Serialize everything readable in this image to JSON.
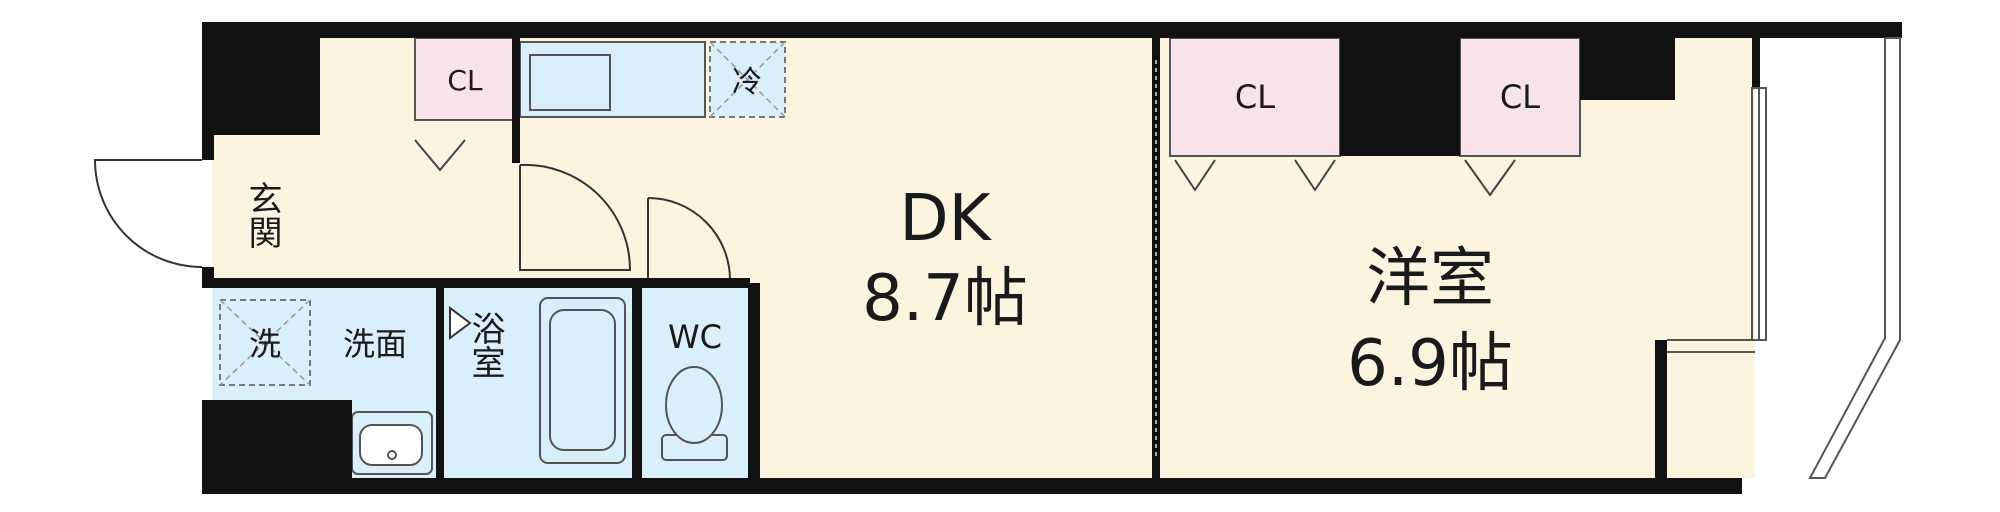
{
  "rooms": {
    "entrance": "玄関",
    "washroom": "洗面",
    "washer": "洗",
    "bath": "浴室",
    "wc": "WC",
    "fridge": "冷",
    "dk_name": "DK",
    "dk_size": "8.7帖",
    "western_name": "洋室",
    "western_size": "6.9帖"
  },
  "closets": [
    "CL",
    "CL",
    "CL"
  ],
  "colors": {
    "floor": "#fbf5e0",
    "closet": "#f8e3ea",
    "wet": "#d9f0fb",
    "wall": "#111111"
  }
}
